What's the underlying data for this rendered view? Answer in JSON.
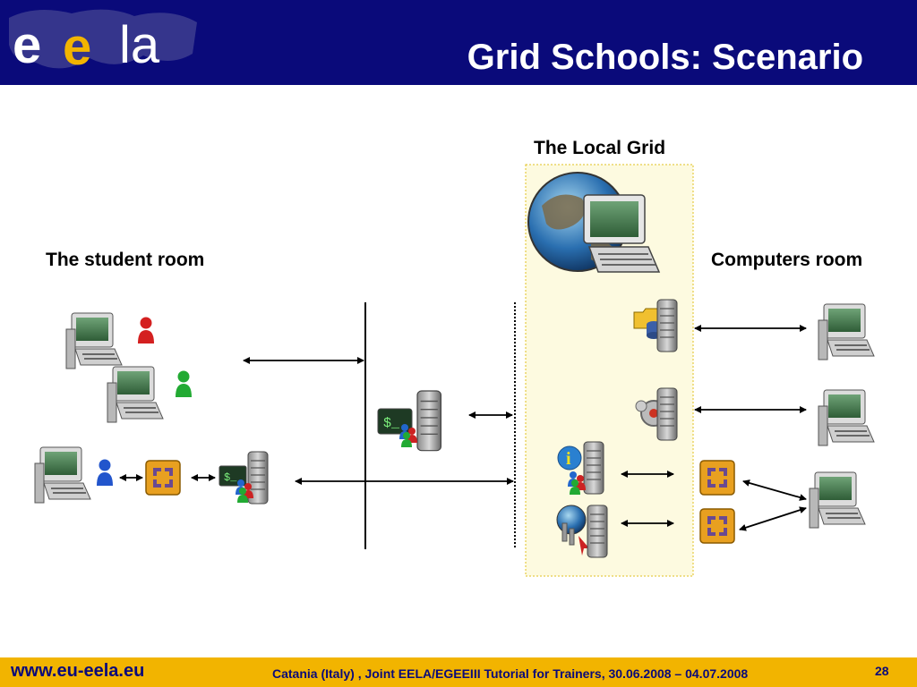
{
  "header": {
    "title": "Grid Schools: Scenario",
    "logo": "eela-logo",
    "background": "#0a0a7a"
  },
  "labels": {
    "local_grid": "The Local Grid",
    "student_room": "The student room",
    "computers_room": "Computers room"
  },
  "icons": {
    "workstation": "computer-monitor-icon",
    "user_red": "user-red-icon",
    "user_green": "user-green-icon",
    "user_blue": "user-blue-icon",
    "grid_globe": "globe-computer-icon",
    "storage": "storage-element-icon",
    "compute": "computing-element-icon",
    "info": "information-service-icon",
    "broker": "resource-broker-icon",
    "ui_server": "user-interface-server-icon",
    "worker": "worker-node-icon"
  },
  "colors": {
    "grid_zone": "#fdfae0",
    "grid_zone_border": "#e0c020",
    "footer": "#f2b400",
    "footer_text": "#0a0a7a"
  },
  "footer": {
    "url": "www.eu-eela.eu",
    "conference": "Catania (Italy) , Joint EELA/EGEEIII Tutorial for Trainers, 30.06.2008 – 04.07.2008",
    "page": "28"
  }
}
